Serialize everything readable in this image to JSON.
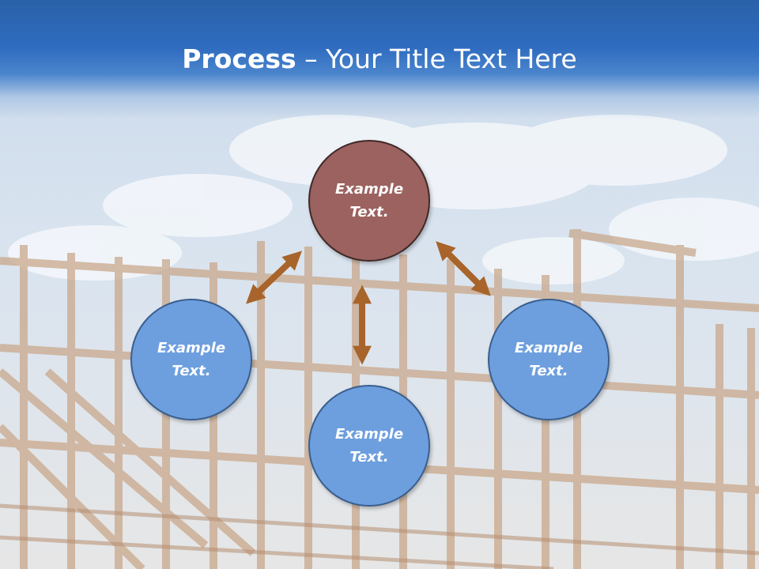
{
  "title": {
    "bold": "Process",
    "rest": " – Your Title Text Here"
  },
  "nodes": {
    "top": "Example Text.",
    "left": "Example Text.",
    "bottom": "Example Text.",
    "right": "Example Text."
  },
  "colors": {
    "header": "#2f6cc0",
    "center_node": "#9c625f",
    "outer_node": "#6d9fdf",
    "arrow": "#a8642a"
  }
}
